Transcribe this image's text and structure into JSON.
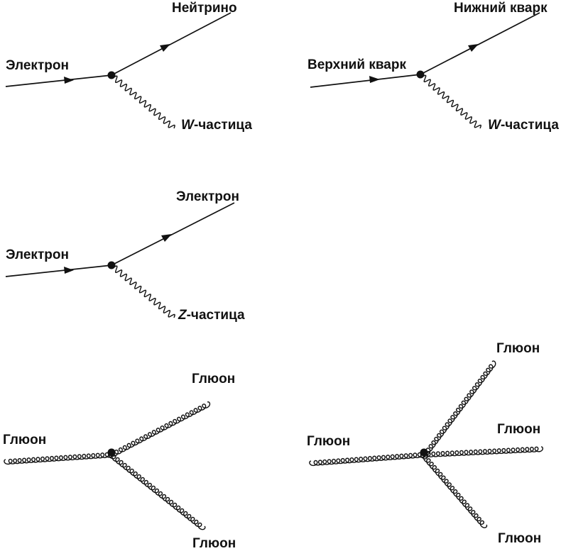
{
  "diagrams": [
    {
      "labels": {
        "in": "Электрон",
        "out": "Нейтрино",
        "boson_prefix": "W",
        "boson_suffix": "-частица"
      }
    },
    {
      "labels": {
        "in": "Верхний кварк",
        "out": "Нижний кварк",
        "boson_prefix": "W",
        "boson_suffix": "-частица"
      }
    },
    {
      "labels": {
        "in": "Электрон",
        "out": "Электрон",
        "boson_prefix": "Z",
        "boson_suffix": "-частица"
      }
    },
    {
      "labels": {
        "in": "Глюон",
        "out_up": "Глюон",
        "out_down": "Глюон"
      }
    },
    {
      "labels": {
        "in": "Глюон",
        "out_up": "Глюон",
        "out_mid": "Глюон",
        "out_down": "Глюон"
      }
    }
  ]
}
